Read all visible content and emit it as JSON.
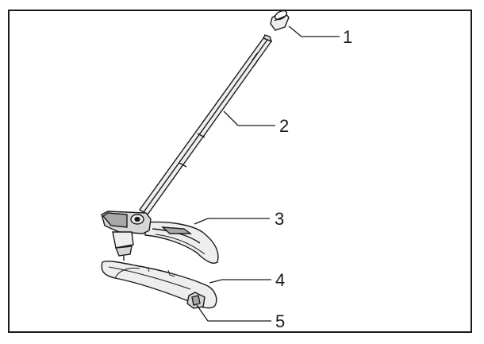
{
  "diagram": {
    "callouts": [
      {
        "id": "1",
        "label": "1"
      },
      {
        "id": "2",
        "label": "2"
      },
      {
        "id": "3",
        "label": "3"
      },
      {
        "id": "4",
        "label": "4"
      },
      {
        "id": "5",
        "label": "5"
      }
    ],
    "colors": {
      "line": "#1a1a1a",
      "fill_light": "#eeeeee",
      "fill_mid": "#d6d6d6",
      "fill_dark": "#a8a8a8"
    }
  }
}
